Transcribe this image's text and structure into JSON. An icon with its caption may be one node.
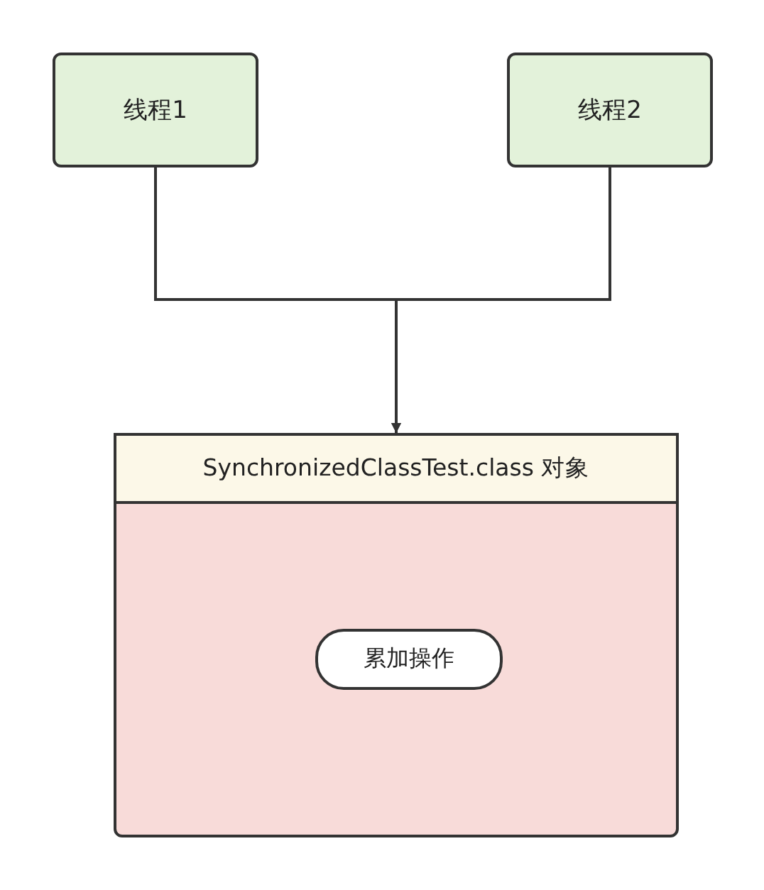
{
  "diagram": {
    "nodes": [
      {
        "text": [
          "线程1"
        ]
      },
      {
        "text": [
          "线程2"
        ]
      },
      {
        "text": [
          "SynchronizedClassTest.class 对象"
        ]
      },
      {
        "text": [
          "累加操作"
        ],
        "in": 2
      }
    ],
    "edges": [
      {
        "from": 0,
        "to": 2,
        "arrow": "to"
      },
      {
        "from": 1,
        "to": 2,
        "arrow": "to"
      }
    ]
  }
}
